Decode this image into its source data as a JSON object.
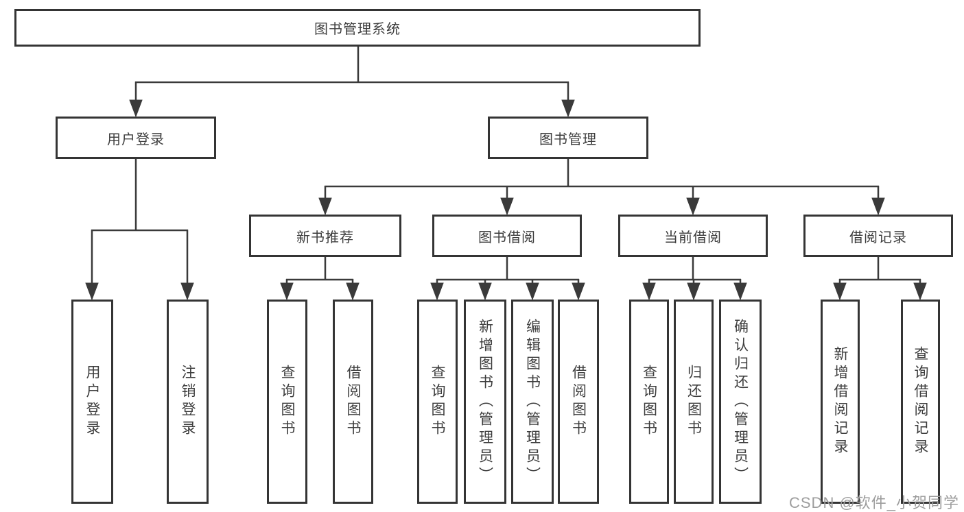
{
  "diagram": {
    "root": {
      "label": "图书管理系统"
    },
    "level2": [
      {
        "label": "用户登录"
      },
      {
        "label": "图书管理"
      }
    ],
    "level3": [
      {
        "label": "新书推荐"
      },
      {
        "label": "图书借阅"
      },
      {
        "label": "当前借阅"
      },
      {
        "label": "借阅记录"
      }
    ],
    "leaves": {
      "user_login": [
        "用户登录",
        "注销登录"
      ],
      "new_book": [
        "查询图书",
        "借阅图书"
      ],
      "borrow": [
        "查询图书",
        "新增图书（管理员）",
        "编辑图书（管理员）",
        "借阅图书"
      ],
      "current": [
        "查询图书",
        "归还图书",
        "确认归还（管理员）"
      ],
      "records": [
        "新增借阅记录",
        "查询借阅记录"
      ]
    }
  },
  "colors": {
    "line": "#3a3a3a",
    "border": "#343434",
    "text": "#3d3d3d",
    "watermark": "#9d9d9d"
  },
  "watermark": {
    "text": "CSDN @软件_小贺同学"
  }
}
